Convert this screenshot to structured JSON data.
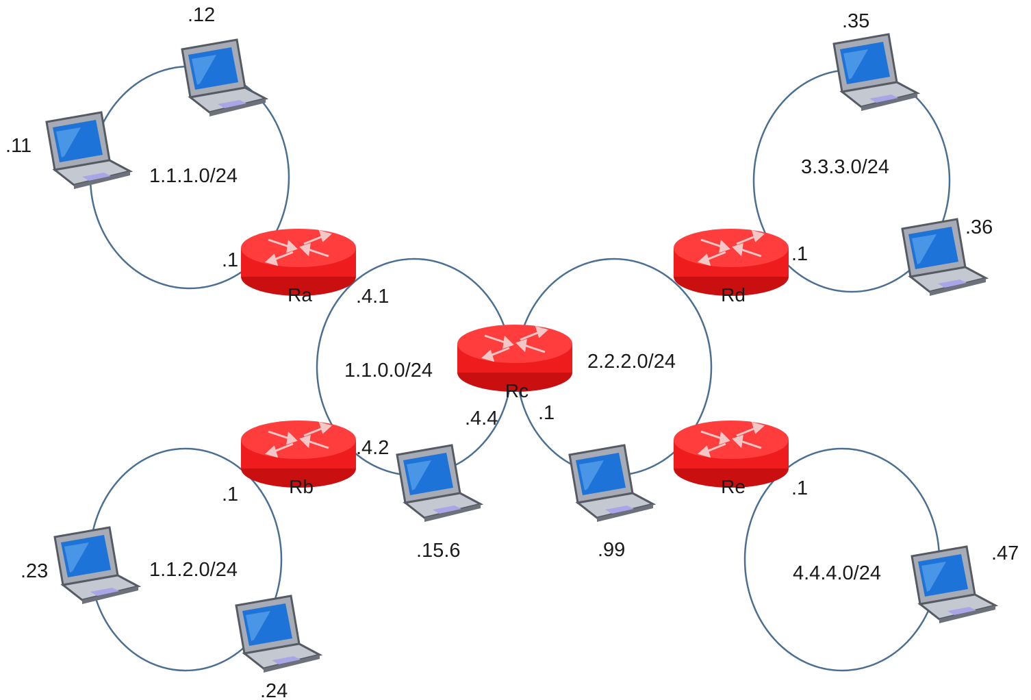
{
  "colors": {
    "router": "#ee1c1c",
    "router_dark": "#c90f0f",
    "router_top": "#ff4b4b",
    "link": "#4a6f92",
    "screen": "#1d73d8",
    "laptop_body": "#8a8f99"
  },
  "icons": {
    "router": "router-icon",
    "laptop": "laptop-icon"
  },
  "networks": {
    "n1": "1.1.1.0/24",
    "n2": "1.1.2.0/24",
    "n3": "3.3.3.0/24",
    "n4": "4.4.4.0/24",
    "core_left": "1.1.0.0/24",
    "core_right": "2.2.2.0/24"
  },
  "routers": {
    "ra": "Ra",
    "rb": "Rb",
    "rc": "Rc",
    "rd": "Rd",
    "re": "Re"
  },
  "interfaces": {
    "ra_lan": ".1",
    "ra_core": ".4.1",
    "rb_lan": ".1",
    "rb_core": ".4.2",
    "rc_left": ".4.4",
    "rc_right": ".1",
    "rd_lan": ".1",
    "re_lan": ".1"
  },
  "hosts": {
    "h11": ".11",
    "h12": ".12",
    "h23": ".23",
    "h24": ".24",
    "h35": ".35",
    "h36": ".36",
    "h47": ".47",
    "h156": ".15.6",
    "h99": ".99"
  }
}
